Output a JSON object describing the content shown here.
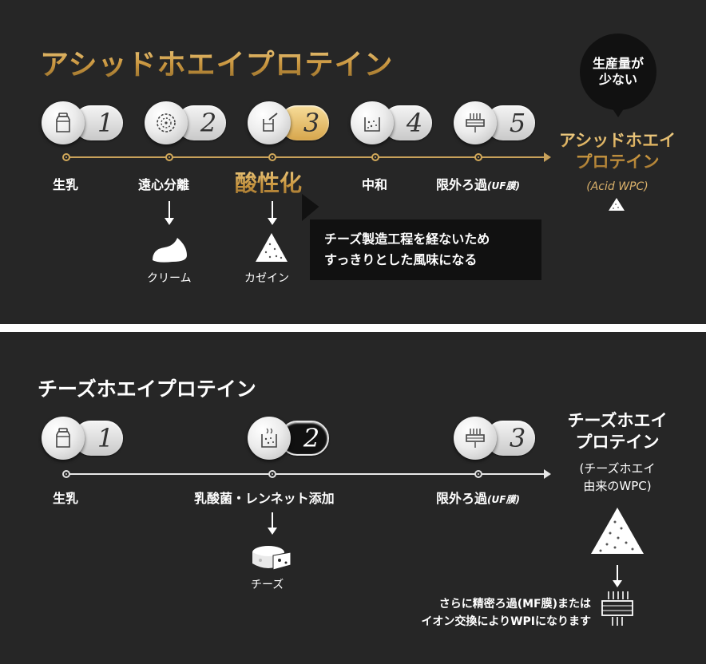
{
  "acid": {
    "title": "アシッドホエイプロテイン",
    "steps": [
      {
        "num": "1",
        "label": "生乳",
        "icon": "milk-can-icon"
      },
      {
        "num": "2",
        "label": "遠心分離",
        "icon": "centrifuge-icon"
      },
      {
        "num": "3",
        "label": "酸性化",
        "icon": "acid-beaker-icon",
        "highlight": true
      },
      {
        "num": "4",
        "label": "中和",
        "icon": "neutralize-beaker-icon"
      },
      {
        "num": "5",
        "label_main": "限外ろ過",
        "label_sub": "(UF膜)",
        "icon": "filter-icon"
      }
    ],
    "byproducts": [
      {
        "label": "クリーム",
        "icon": "cream-icon"
      },
      {
        "label": "カゼイン",
        "icon": "casein-powder-icon"
      }
    ],
    "callout": [
      "チーズ製造工程を経ないため",
      "すっきりとした風味になる"
    ],
    "bubble": [
      "生産量が",
      "少ない"
    ],
    "result": [
      "アシッドホエイ",
      "プロテイン"
    ],
    "result_sub": "(Acid WPC)",
    "accent": "#c9963f"
  },
  "cheese": {
    "title": "チーズホエイプロテイン",
    "steps": [
      {
        "num": "1",
        "label": "生乳",
        "icon": "milk-can-icon"
      },
      {
        "num": "2",
        "label": "乳酸菌・レンネット添加",
        "icon": "culture-beaker-icon",
        "dark": true
      },
      {
        "num": "3",
        "label_main": "限外ろ過",
        "label_sub": "(UF膜)",
        "icon": "filter-icon"
      }
    ],
    "byproduct": {
      "label": "チーズ",
      "icon": "cheese-icon"
    },
    "result": [
      "チーズホエイ",
      "プロテイン"
    ],
    "result_sub": [
      "(チーズホエイ",
      "由来のWPC)"
    ],
    "note_lines": [
      "さらに精密ろ過(MF膜)または",
      "イオン交換によりWPIになります"
    ]
  }
}
